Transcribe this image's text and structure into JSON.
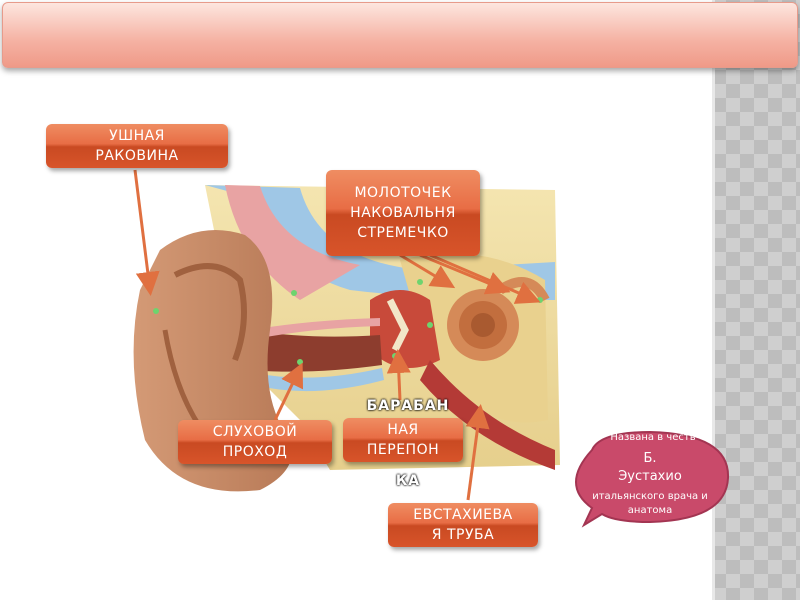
{
  "labels": {
    "pinna": "УШНАЯ\nРАКОВИНА",
    "ossicles": "МОЛОТОЧЕК\nНАКОВАЛЬНЯ\nСТРЕМЕЧКО",
    "canal": "СЛУХОВОЙ\nПРОХОД",
    "eardrum_top": "БАРАБАН",
    "eardrum_box": "НАЯ\nПЕРЕПОН",
    "eardrum_bottom": "КА",
    "eustachian": "ЕВСТАХИЕВА\nЯ ТРУБА"
  },
  "bubble": {
    "prefix": "Названа в честь",
    "name": "Б.\nЭустахио",
    "description": "итальянского врача и анатома"
  },
  "colors": {
    "label_orange": "#d8542a",
    "bubble_pink": "#c94a6a",
    "title_bar": "#f5b1a2"
  }
}
